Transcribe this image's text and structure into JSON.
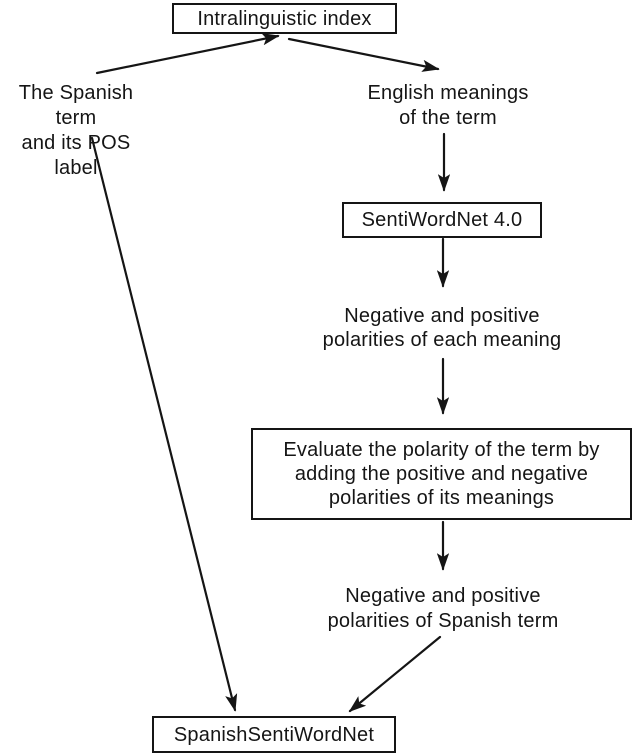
{
  "colors": {
    "background": "#ffffff",
    "ink": "#151515"
  },
  "diagram": {
    "nodes": {
      "intralinguistic_index": {
        "label": "Intralinguistic index",
        "shape": "box"
      },
      "spanish_term": {
        "label": "The Spanish term\nand its POS label",
        "shape": "text"
      },
      "english_meanings": {
        "label": "English meanings\nof the term",
        "shape": "text"
      },
      "sentiwordnet": {
        "label": "SentiWordNet 4.0",
        "shape": "box"
      },
      "polarities_each_meaning": {
        "label": "Negative and positive\npolarities of each meaning",
        "shape": "text"
      },
      "evaluate_polarity": {
        "label": "Evaluate the polarity of the term by\nadding the positive and negative\npolarities of its meanings",
        "shape": "box"
      },
      "polarities_spanish_term": {
        "label": "Negative and positive\npolarities of Spanish term",
        "shape": "text"
      },
      "spanish_sentiwordnet": {
        "label": "SpanishSentiWordNet",
        "shape": "box"
      }
    },
    "edges": [
      {
        "from": "spanish_term",
        "to": "intralinguistic_index"
      },
      {
        "from": "intralinguistic_index",
        "to": "english_meanings"
      },
      {
        "from": "spanish_term",
        "to": "spanish_sentiwordnet"
      },
      {
        "from": "english_meanings",
        "to": "sentiwordnet"
      },
      {
        "from": "sentiwordnet",
        "to": "polarities_each_meaning"
      },
      {
        "from": "polarities_each_meaning",
        "to": "evaluate_polarity"
      },
      {
        "from": "evaluate_polarity",
        "to": "polarities_spanish_term"
      },
      {
        "from": "polarities_spanish_term",
        "to": "spanish_sentiwordnet"
      }
    ]
  }
}
